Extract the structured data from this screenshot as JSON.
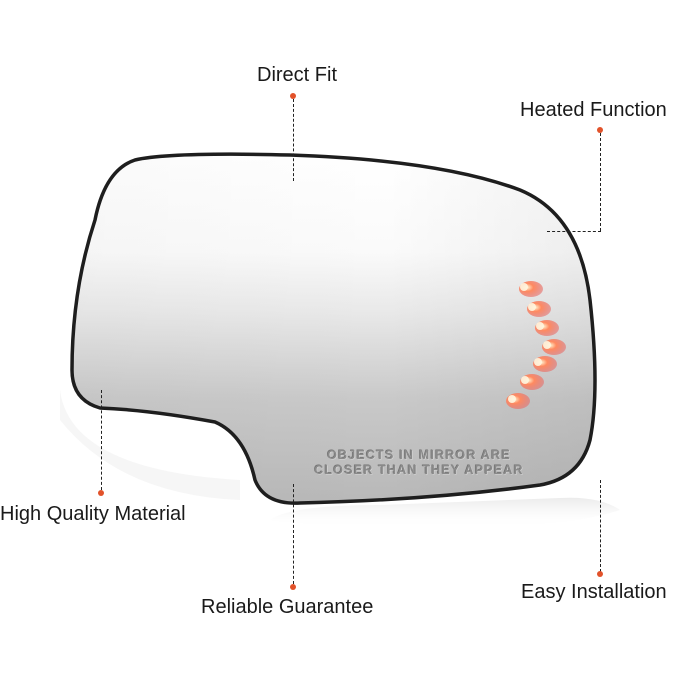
{
  "product": {
    "type": "side-mirror-glass",
    "warning_text": {
      "line1": "OBJECTS IN MIRROR ARE",
      "line2": "CLOSER THAN THEY APPEAR"
    },
    "signal_led_count": 7,
    "led_color": "#ff6a50",
    "frame_color": "#1e1e1e"
  },
  "callouts": [
    {
      "id": "direct-fit",
      "label": "Direct Fit"
    },
    {
      "id": "heated-function",
      "label": "Heated Function"
    },
    {
      "id": "high-quality-material",
      "label": "High Quality Material"
    },
    {
      "id": "reliable-guarantee",
      "label": "Reliable Guarantee"
    },
    {
      "id": "easy-installation",
      "label": "Easy Installation"
    }
  ],
  "colors": {
    "callout_dot": "#e2522a",
    "leader_line": "#222222",
    "text": "#1a1a1a"
  }
}
